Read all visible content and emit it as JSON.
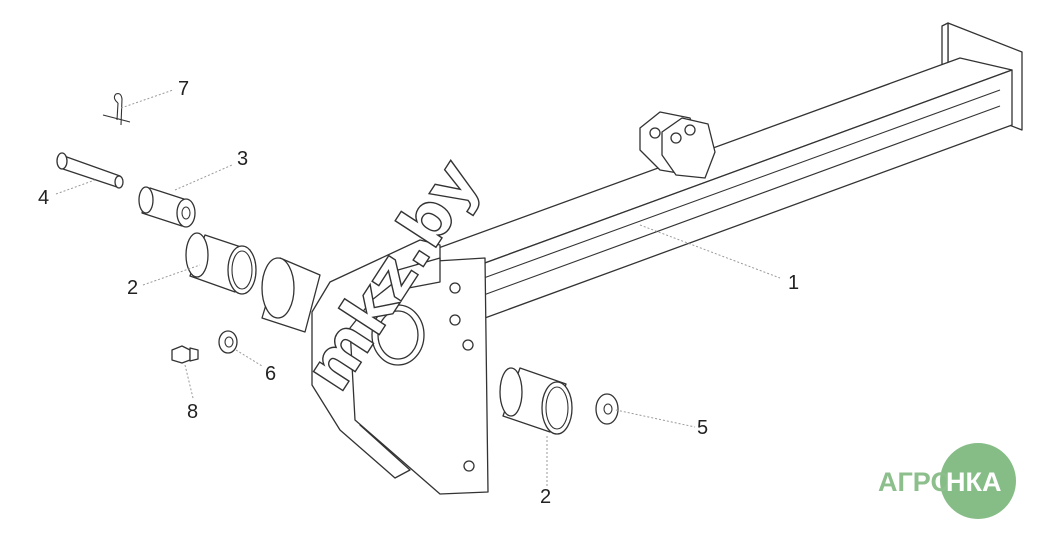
{
  "watermark": {
    "text": "mkz.by"
  },
  "logo": {
    "left_text": "АГРО",
    "right_text": "НКА",
    "color": "#8cbf8c",
    "circle_color": "#86bd86"
  },
  "callouts": [
    {
      "id": "c7",
      "label": "7"
    },
    {
      "id": "c3",
      "label": "3"
    },
    {
      "id": "c4",
      "label": "4"
    },
    {
      "id": "c2a",
      "label": "2"
    },
    {
      "id": "c1",
      "label": "1"
    },
    {
      "id": "c6",
      "label": "6"
    },
    {
      "id": "c8",
      "label": "8"
    },
    {
      "id": "c5",
      "label": "5"
    },
    {
      "id": "c2b",
      "label": "2"
    }
  ]
}
